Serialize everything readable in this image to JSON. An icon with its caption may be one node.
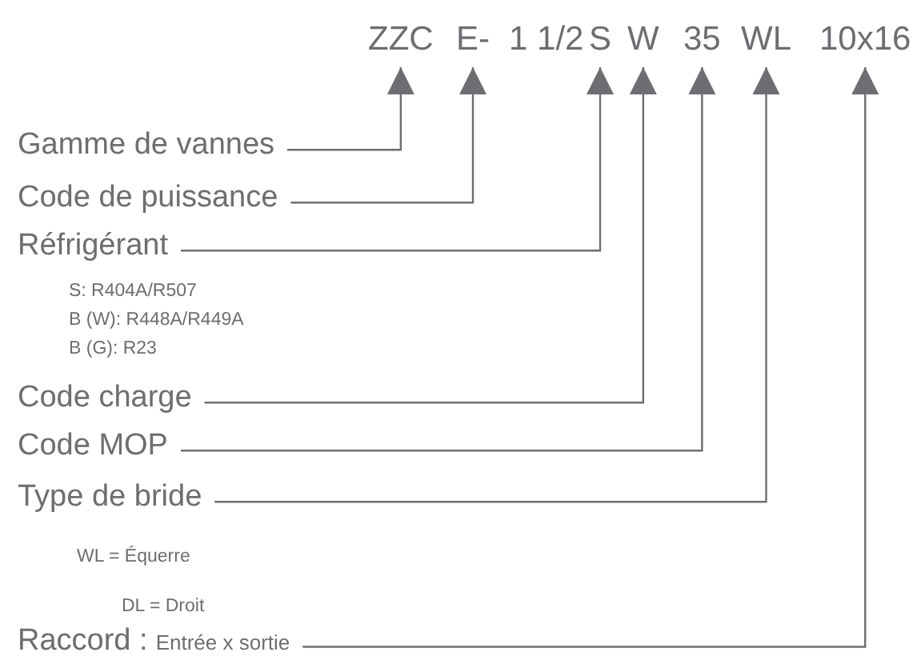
{
  "diagram": {
    "nodes": [
      {
        "text": [
          "ZZC"
        ]
      },
      {
        "text": [
          "E-"
        ]
      },
      {
        "text": [
          "S"
        ]
      },
      {
        "text": [
          "W"
        ]
      },
      {
        "text": [
          "35"
        ]
      },
      {
        "text": [
          "WL"
        ]
      },
      {
        "text": [
          "10x16"
        ]
      },
      {
        "text": [
          "Gamme de vannes"
        ]
      },
      {
        "text": [
          "Code de puissance"
        ]
      },
      {
        "text": [
          "Réfrigérant"
        ]
      },
      {
        "text": [
          "Code charge"
        ]
      },
      {
        "text": [
          "Code MOP"
        ]
      },
      {
        "text": [
          "Type de bride"
        ]
      },
      {
        "text": [
          "Raccord :",
          "Entrée x sortie"
        ]
      }
    ],
    "edges": [
      {
        "from": 7,
        "to": 0,
        "arrow": "to"
      },
      {
        "from": 8,
        "to": 1,
        "arrow": "to"
      },
      {
        "from": 9,
        "to": 2,
        "arrow": "to"
      },
      {
        "from": 10,
        "to": 3,
        "arrow": "to"
      },
      {
        "from": 11,
        "to": 4,
        "arrow": "to"
      },
      {
        "from": 12,
        "to": 5,
        "arrow": "to"
      },
      {
        "from": 13,
        "to": 6,
        "arrow": "to"
      }
    ],
    "labels": [
      "1 1/2",
      "S: R404A/R507",
      "B (W): R448A/R449A",
      "B (G): R23",
      "WL = Équerre",
      "DL = Droit"
    ]
  }
}
